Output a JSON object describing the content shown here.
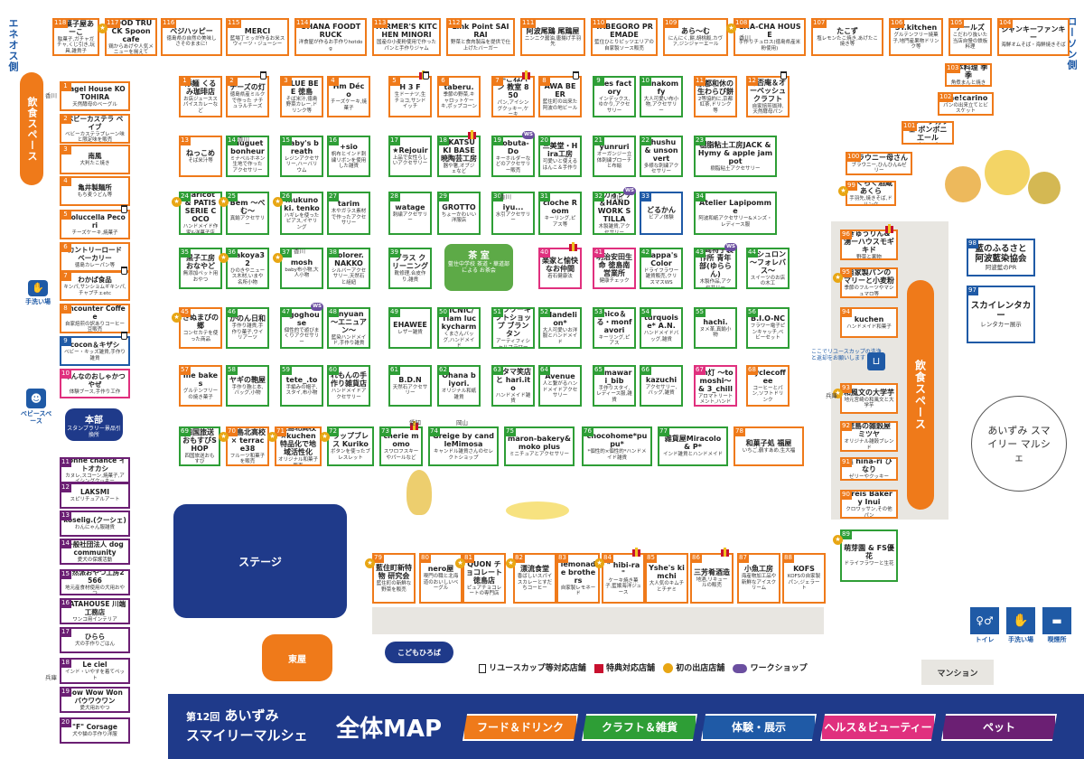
{
  "title": {
    "edition": "第12回",
    "name_line1": "あいずみ",
    "name_line2": "スマイリーマルシェ",
    "map_title": "全体MAP"
  },
  "categories": [
    {
      "key": "food",
      "label": "フード＆ドリンク",
      "color": "#ef7a1a"
    },
    {
      "key": "craft",
      "label": "クラフト＆雑貨",
      "color": "#2e9e36"
    },
    {
      "key": "exp",
      "label": "体験・展示",
      "color": "#1f5aa6"
    },
    {
      "key": "health",
      "label": "ヘルス＆ビューティー",
      "color": "#e0307e"
    },
    {
      "key": "pet",
      "label": "ペット",
      "color": "#6b1f73"
    }
  ],
  "legend": {
    "cup": "リユースカップ等対応店舗",
    "gift": "特典対応店舗",
    "first": "初の出店店舗",
    "ws": "ワークショップ"
  },
  "labels": {
    "eneos": "エネオス側",
    "lawson": "ローソン側",
    "dining_left": "飲食スペース",
    "dining_right": "飲食スペース",
    "handwash_left": "手洗い場",
    "baby": "ベビースペース",
    "hq": "本部",
    "hq_sub": "スタンプラリー景品引換所",
    "stage": "ステージ",
    "azumaya": "東屋",
    "kids": "こどもひろば",
    "mansion": "マンション",
    "chashitsu": "茶 室",
    "chashitsu_sub": "藍住中学校 茶道・華道部による お茶会",
    "reuse_note": "ここでリユースカップの洗浄と返却をお願いします",
    "toilet": "トイレ",
    "handwash_right": "手洗い場",
    "smoking": "喫煙所",
    "kagawa": "香川",
    "hyogo": "兵庫",
    "okayama": "岡山",
    "aichi": "愛知",
    "marche_art": "あいずみ スマイリー マルシェ"
  },
  "top_row": [
    {
      "n": "118",
      "name": "駄菓子屋あーこ",
      "desc": "駄菓子,ガチャガチャ,くじ引き,玩具,雑貨子",
      "cat": "food"
    },
    {
      "n": "117",
      "name": "FOOD TRUCK Spoon cafe",
      "desc": "鶏からあげや人気メニューを揃えて",
      "cat": "food"
    },
    {
      "n": "116",
      "name": "ベジハッピー",
      "desc": "徳島県の自然の美味しさそのままに!",
      "cat": "food"
    },
    {
      "n": "115",
      "name": "MERCI",
      "desc": "藍場丁ミッが作るお米スウィーツ・ジューシー",
      "cat": "food"
    },
    {
      "n": "114",
      "name": "OHANA FOODTRUCK",
      "desc": "洋食屋が作るお手作りhotdog",
      "cat": "food"
    },
    {
      "n": "113",
      "name": "FARMER'S KITCHEN MINORI",
      "desc": "国産の小麦粉使用で作ったパンと手作りジャム",
      "cat": "food"
    },
    {
      "n": "112",
      "name": "Link Point SAIRAI",
      "desc": "野菜と食肉製品を提供で仕上げたバーガー",
      "cat": "food"
    },
    {
      "n": "111",
      "name": "阿波尾鶏 尾鶏屋",
      "desc": "ニンニク醤油,唐揚げ手羽先",
      "cat": "food"
    },
    {
      "n": "110",
      "name": "TABEGORO PREMADE",
      "desc": "藍住ひとりピッツエリアの自家製ソース販売",
      "cat": "food"
    },
    {
      "n": "109",
      "name": "あら〜む",
      "desc": "にんにく,餅,胡桃飯,カヴァ,ジンジャーエール",
      "cat": "food"
    },
    {
      "n": "108",
      "name": "CHA-CHA HOUSE",
      "desc": "手作りチュロス(徳島県産米粉使用)",
      "cat": "food"
    },
    {
      "n": "107",
      "name": "たこず",
      "desc": "塩レモンたこ焼き,あげたこ焼き等",
      "cat": "food"
    },
    {
      "n": "106",
      "name": "ST.kitchen",
      "desc": "グルテンフリー焼菓子,地門産果物ドリンク等",
      "cat": "food"
    },
    {
      "n": "105",
      "name": "アールズ",
      "desc": "こだわり抜いた当店自慢の鉄板料理",
      "cat": "food"
    },
    {
      "n": "104",
      "name": "ジャンキーファンキー",
      "desc": "海鮮オムそば・海鮮焼きそば",
      "cat": "food"
    }
  ],
  "left_col": [
    {
      "n": "1",
      "name": "Bagel House KOTOHIRA",
      "desc": "天然酵母のベーグル",
      "cat": "food"
    },
    {
      "n": "2",
      "name": "ベビーカステラ ベイブ",
      "desc": "ベビーカステラプレーン味と限定味を販売",
      "cat": "food"
    },
    {
      "n": "3",
      "name": "南風",
      "desc": "大判たこ焼き",
      "cat": "food"
    },
    {
      "n": "4",
      "name": "亀井製麺所",
      "desc": "もち麦うどん等",
      "cat": "food"
    },
    {
      "n": "5",
      "name": "Moluccella Pecori",
      "desc": "チーズケーキ,焼菓子",
      "cat": "food"
    },
    {
      "n": "6",
      "name": "カントリーロード ベーカリー",
      "desc": "徳島カレーパン等",
      "cat": "food"
    },
    {
      "n": "7",
      "name": "わかば食品",
      "desc": "キンパ,サンショムギキンパ,チャプチェetc",
      "cat": "food"
    },
    {
      "n": "8",
      "name": "Encounter Coffee",
      "desc": "自家焙煎の訳ありコーヒー豆販売",
      "cat": "food"
    },
    {
      "n": "9",
      "name": "cocon＆キザシ",
      "desc": "ベビー・キッズ雑貨,手作り雑貨",
      "cat": "exp"
    },
    {
      "n": "10",
      "name": "みんなのおしゃかつやぜ",
      "desc": "体験ブース,手作り工作",
      "cat": "health"
    }
  ],
  "left_lower": [
    {
      "n": "11",
      "name": "bonne chance イトオカシ",
      "desc": "カヌレ,スコーン,焼菓子,アイシングクッキー",
      "cat": "pet"
    },
    {
      "n": "12",
      "name": "LAKSMI",
      "desc": "スピリチュアルアート",
      "cat": "pet"
    },
    {
      "n": "13",
      "name": "koselig.(クーシェ)",
      "desc": "わんにゃん服雑貨",
      "cat": "pet"
    },
    {
      "n": "14",
      "name": "一般社団法人 dog community",
      "desc": "愛犬の保護活動",
      "cat": "pet"
    },
    {
      "n": "15",
      "name": "自然派おやつ工房2566",
      "desc": "地元産食材使用の犬用おやつ",
      "cat": "pet"
    },
    {
      "n": "16",
      "name": "BATAHOUSE 川端工務店",
      "desc": "ワンコ用インテリア",
      "cat": "pet"
    },
    {
      "n": "17",
      "name": "ひらら",
      "desc": "犬の手作りごはん",
      "cat": "pet"
    },
    {
      "n": "18",
      "name": "Le ciel",
      "desc": "インド・いやすを着てペット",
      "cat": "pet"
    },
    {
      "n": "19",
      "name": "Bow Wow Won バウワウワン",
      "desc": "愛犬用おやつ",
      "cat": "pet"
    },
    {
      "n": "20",
      "name": "\"F\" Corsage",
      "desc": "犬や猫の手作り洋服",
      "cat": "pet"
    }
  ],
  "grid": [
    {
      "n": "1",
      "name": "添麺 くるみ珈琲店",
      "desc": "お店ジューススパイスカレーなど",
      "cat": "food"
    },
    {
      "n": "2",
      "name": "チーズの灯",
      "desc": "徳島県産ミルクで作った ナチュラルチーズ",
      "cat": "food"
    },
    {
      "n": "3",
      "name": "BLUE BEE 徳島",
      "desc": "そば米汁,徳島野菜カレー,ドリンク等",
      "cat": "food"
    },
    {
      "n": "4",
      "name": "Hm Déco",
      "desc": "チーズケーキ,焼菓子",
      "cat": "food"
    },
    {
      "n": "5",
      "name": "H 3 F",
      "desc": "生ドーナツ,生チョコ,サンドイッチ",
      "cat": "food"
    },
    {
      "n": "6",
      "name": "taberu.",
      "desc": "季節の野菜,キャロットケーキ,ポップコーン",
      "cat": "food"
    },
    {
      "n": "7",
      "name": "手ごねパン 教室 850",
      "desc": "パン,アイシングクッキー,ケーキ",
      "cat": "food"
    },
    {
      "n": "8",
      "name": "AWA BEER",
      "desc": "藍住町の出来た阿波の地ビール",
      "cat": "food"
    },
    {
      "n": "9",
      "name": "kies factory",
      "desc": "インデックス,ゆかり,アクセサリー",
      "cat": "craft"
    },
    {
      "n": "10",
      "name": "kinakomfy",
      "desc": "大人可愛い布小物,アクセサリー",
      "cat": "craft"
    },
    {
      "n": "11",
      "name": "京都和休の生わらび餅",
      "desc": "2等協約に,京都紅茶,ドリンク等",
      "cat": "food"
    },
    {
      "n": "12",
      "name": "可否庵＆オーベッシュクラフト",
      "desc": "自家焙煎珈琲,天然酵母パン",
      "cat": "food"
    },
    {
      "n": "13",
      "name": "ねっこめ",
      "desc": "そば米汁等",
      "cat": "food"
    },
    {
      "n": "14",
      "name": "muguet bonheur",
      "desc": "ミナペルホネン生地で作った アクセサリー",
      "cat": "craft"
    },
    {
      "n": "15",
      "name": "baby's breath",
      "desc": "レジンアクセサリー,ハーバリウム",
      "cat": "craft"
    },
    {
      "n": "16",
      "name": "+sio",
      "desc": "帆布とインド刺繍リボンを使用した雑貨",
      "cat": "craft"
    },
    {
      "n": "17",
      "name": "★Rejouir",
      "desc": "上品で女性らしいアクセサリー",
      "cat": "craft"
    },
    {
      "n": "18",
      "name": "AKATSUKI BASE 暁陶芸工房",
      "desc": "器や箸,オブジェなど",
      "cat": "craft"
    },
    {
      "n": "19",
      "name": "Kobuta-Do",
      "desc": "キーホルダーなどのアクセサリー販売",
      "cat": "craft"
    },
    {
      "n": "20",
      "name": "三美堂・Hira工房",
      "desc": "可愛いと使えるはんこ＆手作り",
      "cat": "craft"
    },
    {
      "n": "21",
      "name": "yunruri",
      "desc": "オーガンジー立体刺繍ブローチと布絵",
      "cat": "craft"
    },
    {
      "n": "22",
      "name": "shushu & unsonvert",
      "desc": "多様な刺繍アクセサリー",
      "cat": "craft"
    },
    {
      "n": "23",
      "name": "樹脂粘土工房JACK & Hymy & apple jam pot",
      "desc": "樹脂粘土アクセサリー",
      "cat": "craft"
    },
    {
      "n": "24",
      "name": "haricot & PATISSERIE COCO",
      "desc": "ハンドメイド作家&洋菓子店",
      "cat": "craft"
    },
    {
      "n": "25",
      "name": "Bem 〜べむ〜",
      "desc": "真鍮アクセサリー",
      "cat": "craft"
    },
    {
      "n": "26",
      "name": "mukunoki. tenko",
      "desc": "ハギレを使ったピアス,イヤリング",
      "cat": "craft"
    },
    {
      "n": "27",
      "name": "tarim",
      "desc": "木やガラス素材で作ったアクセサリー",
      "cat": "craft"
    },
    {
      "n": "28",
      "name": "watage",
      "desc": "刺繍アクセサリー",
      "cat": "craft"
    },
    {
      "n": "29",
      "name": "GROTTO",
      "desc": "ちょーかわいい洋服店",
      "cat": "craft"
    },
    {
      "n": "30",
      "name": "iyu...",
      "desc": "水引アクセサリー",
      "cat": "craft"
    },
    {
      "n": "31",
      "name": "cloche Room",
      "desc": "キーリング,ピアス等",
      "cat": "craft"
    },
    {
      "n": "32",
      "name": "ナカオシゲ＆HANDWORK STILLA",
      "desc": "木製雑貨,アクセサリー",
      "cat": "craft"
    },
    {
      "n": "33",
      "name": "どるかん",
      "desc": "ビアノ体験",
      "cat": "exp"
    },
    {
      "n": "34",
      "name": "Atelier Lapipomme",
      "desc": "阿波和紙アクセサリー&メンズ・レディース服",
      "cat": "craft"
    },
    {
      "n": "35",
      "name": "黒子工房 おなやど",
      "desc": "無添加ペット用おやつ",
      "cat": "craft"
    },
    {
      "n": "36",
      "name": "hakoya32",
      "desc": "ひのきやニュース木材,いまや名所小物",
      "cat": "craft"
    },
    {
      "n": "37",
      "name": "mosh",
      "desc": "baby布小物,大人小物",
      "cat": "craft"
    },
    {
      "n": "38",
      "name": "colorer. NAKKO",
      "desc": "シルバーアクセサリー,天然石と組紐",
      "cat": "craft"
    },
    {
      "n": "39",
      "name": "ブラス クリーニング",
      "desc": "靴修理,合皮作り,雑貨",
      "cat": "craft"
    },
    {
      "n": "40",
      "name": "楽家と愉快なお仲間",
      "desc": "若石健康法",
      "cat": "health"
    },
    {
      "n": "41",
      "name": "明治安田生命 徳島南営業所",
      "desc": "健康チェック",
      "cat": "health"
    },
    {
      "n": "42",
      "name": "Nappa's Color",
      "desc": "ドライフラワー雑貨販売,クリスマスWS",
      "cat": "craft"
    },
    {
      "n": "43",
      "name": "宮崎特子製作所 青年部(ゆららん)",
      "desc": "木製作品,アクセサリー",
      "cat": "craft"
    },
    {
      "n": "44",
      "name": "エシュロン 〜フォレバス〜",
      "desc": "スイーツのお店の木工",
      "cat": "craft"
    },
    {
      "n": "45",
      "name": "さぬまびの郷",
      "desc": "コンセカテを使った商品",
      "cat": "food"
    },
    {
      "n": "46",
      "name": "かのん日和",
      "desc": "手作り雑貨,手作り菓子,ウイリアーツ",
      "cat": "craft"
    },
    {
      "n": "47",
      "name": "ogoghouse",
      "desc": "個性的で遊びまくりアクセサリー",
      "cat": "craft"
    },
    {
      "n": "48",
      "name": "enyuan 〜エニュアン〜",
      "desc": "藍染ハンドメイド,手作り雑貨",
      "cat": "craft"
    },
    {
      "n": "49",
      "name": "EHAWEE",
      "desc": "レザー雑貨",
      "cat": "craft"
    },
    {
      "n": "50",
      "name": "PICNIC/ Tiam luckycharm",
      "desc": "くまさんバッグ,ハンドメイド",
      "cat": "craft"
    },
    {
      "n": "51",
      "name": "フラワーギフトショップ ブランタン",
      "desc": "アーティフィシャルフラワー",
      "cat": "craft"
    },
    {
      "n": "52",
      "name": "*dandelion*",
      "desc": "大人可愛いお洋服とハンドメイド",
      "cat": "craft"
    },
    {
      "n": "53",
      "name": "nico＆る・monfavori",
      "desc": "キーリング,ピアス",
      "cat": "craft"
    },
    {
      "n": "54",
      "name": "turquoise* A.N.",
      "desc": "ハンドメイドバッグ,雑貨",
      "cat": "craft"
    },
    {
      "n": "55",
      "name": "hachi.",
      "desc": "ヌメ革,真鍮小物",
      "cat": "craft"
    },
    {
      "n": "56",
      "name": "B.I.O-NC",
      "desc": "フラワー電子ピンキャッチ,ベビーセット",
      "cat": "craft"
    },
    {
      "n": "57",
      "name": "me bakes",
      "desc": "グルテンフリーの焼き菓子",
      "cat": "food"
    },
    {
      "n": "58",
      "name": "ヤギの鞄屋",
      "desc": "手作り鞄と本,バッグ,小物",
      "cat": "craft"
    },
    {
      "n": "59",
      "name": "tete_.to",
      "desc": "手編みの帽子,スタイ,布小物",
      "cat": "craft"
    },
    {
      "n": "60",
      "name": "れもんの手作り雑貨店",
      "desc": "ハンドメイドアクセサリー",
      "cat": "craft"
    },
    {
      "n": "61",
      "name": "B.D.N",
      "desc": "天然石アクセサリー",
      "cat": "craft"
    },
    {
      "n": "62",
      "name": "Ohana biyori.",
      "desc": "オリジナル和紙雑貨",
      "cat": "craft"
    },
    {
      "n": "63",
      "name": "キタマ笑店と hari.ito",
      "desc": "ハンドメイド雑貨",
      "cat": "craft"
    },
    {
      "n": "64",
      "name": "Avenue",
      "desc": "人と繋がるハンドメイドアクセサリー",
      "cat": "craft"
    },
    {
      "n": "65",
      "name": "himawari_bib",
      "desc": "手作りスタイ,レディース服,雑貨",
      "cat": "craft"
    },
    {
      "n": "66",
      "name": "kazuchi",
      "desc": "アクセサリー,バッグ,雑貨",
      "cat": "craft"
    },
    {
      "n": "67",
      "name": "relaxation灯 〜tomoshi〜 & 3_chill",
      "desc": "アロマトリートメント,ハンドマッサージ",
      "cat": "health"
    },
    {
      "n": "68",
      "name": "cyclecoffee",
      "desc": "コーヒーとパン,ソフトドリンク",
      "cat": "food"
    },
    {
      "n": "69",
      "name": "四国旅送 おもすびSHOP",
      "desc": "四国旅送おもすび",
      "cat": "craft"
    },
    {
      "n": "70",
      "name": "徳島北高校× terrace38",
      "desc": "フルーツ和菓子を販売",
      "cat": "food"
    },
    {
      "n": "71",
      "name": "徳島北高校×kuchen 特品化で地域活性化",
      "desc": "オリジナル和菓子販売",
      "cat": "food"
    },
    {
      "n": "72",
      "name": "ラップブレス Kuriko",
      "desc": "ボタンを使ったブレスレット",
      "cat": "craft"
    },
    {
      "n": "73",
      "name": "cherie momo",
      "desc": "スワロフスキーやパールなど",
      "cat": "craft"
    },
    {
      "n": "74",
      "name": "Greige by candleMimosa",
      "desc": "キャンドル雑貨さんのセレクトショップ",
      "cat": "craft"
    },
    {
      "n": "75",
      "name": "maron-bakery& moko plus",
      "desc": "ミニチュアとアクセサリー",
      "cat": "craft"
    },
    {
      "n": "76",
      "name": "chocohome*pupu*",
      "desc": "*個性的×個性的*ハンドメイド雑貨",
      "cat": "craft"
    },
    {
      "n": "77",
      "name": "雑貨屋Miracolo & P*",
      "desc": "インド雑貨とハンドメイド",
      "cat": "craft"
    },
    {
      "n": "78",
      "name": "和菓子処 福屋",
      "desc": "いちご,鶴すあめ,生大福",
      "cat": "food"
    }
  ],
  "bottom_row": [
    {
      "n": "79",
      "name": "藍住町新特物 研究会",
      "desc": "藍住町の新鮮な野菜を販売",
      "cat": "food"
    },
    {
      "n": "80",
      "name": "nero屋",
      "desc": "喫門の職と北海道のおいしいベーグル",
      "cat": "food"
    },
    {
      "n": "81",
      "name": "QUON チョコレート 徳島店",
      "desc": "ピュアチョコレートの専門店",
      "cat": "food"
    },
    {
      "n": "82",
      "name": "漂流食堂",
      "desc": "香ばしいスパイスカレーとすだちコーヒー",
      "cat": "food"
    },
    {
      "n": "83",
      "name": "lemonade brothers",
      "desc": "自家製レモネード",
      "cat": "food"
    },
    {
      "n": "84",
      "name": "\" hibi-ra \"",
      "desc": "ケーキ焼き菓子,藍嬢海洋ジュース",
      "cat": "food"
    },
    {
      "n": "85",
      "name": "Yshe's kimchi",
      "desc": "大人気のキムチとチヂミ",
      "cat": "food"
    },
    {
      "n": "86",
      "name": "三芳肴酒造",
      "desc": "地酒,リキュールの販売",
      "cat": "food"
    },
    {
      "n": "87",
      "name": "小魚工房",
      "desc": "海産物加工品や新鮮なアイスクリーム",
      "cat": "food"
    },
    {
      "n": "88",
      "name": "KOFS",
      "desc": "KOFSの自家製パン,ジェラート",
      "cat": "food"
    }
  ],
  "right_col": [
    {
      "n": "103",
      "name": "日本料理 季季",
      "desc": "角煮まんと焼き",
      "cat": "food"
    },
    {
      "n": "102",
      "name": "Che!carino",
      "desc": "パンの出来立てとビスケット",
      "cat": "food"
    },
    {
      "n": "101",
      "name": "クレープカフェ ボンボニエール",
      "desc": "クレープ",
      "cat": "food"
    },
    {
      "n": "100",
      "name": "ブラウニー母さん",
      "desc": "ブラウニー,ひんひん&ゼリー",
      "cat": "food"
    },
    {
      "n": "99",
      "name": "ごくらく酒蔵 あくら",
      "desc": "手羽先,焼きそば,ドリンク",
      "cat": "food"
    },
    {
      "n": "96",
      "name": "きゅうりん& 湧ーハウスモギキド",
      "desc": "野菜と果物",
      "cat": "food"
    },
    {
      "n": "95",
      "name": "自家製パンの マリーと小麦粉",
      "desc": "季節のフルーツやマシュマロ等",
      "cat": "food"
    },
    {
      "n": "94",
      "name": "kuchen",
      "desc": "ハンドメイド和菓子",
      "cat": "food"
    },
    {
      "n": "93",
      "name": "和風文の大学芋",
      "desc": "地元宮崎の和風文と大学芋",
      "cat": "food"
    },
    {
      "n": "92",
      "name": "徳島の雑穀屋 ミツヤ",
      "desc": "オリジナル雑穀ブレンド",
      "cat": "food"
    },
    {
      "n": "91",
      "name": "菓 hina-ri ひなり",
      "desc": "ゼリーやクッキー",
      "cat": "food"
    },
    {
      "n": "90",
      "name": "Kreis Bakery Inui",
      "desc": "クロワッサン,その他パン",
      "cat": "food"
    },
    {
      "n": "89",
      "name": "萌芽園 & FS優花",
      "desc": "ドライフラワーと生花",
      "cat": "craft"
    }
  ],
  "right_exp": [
    {
      "n": "98",
      "name": "藍のふるさと 阿波藍染協会",
      "desc": "阿波藍のPR",
      "cat": "exp"
    },
    {
      "n": "97",
      "name": "スカイレンタカー",
      "desc": "レンタカー展示",
      "cat": "exp"
    }
  ]
}
